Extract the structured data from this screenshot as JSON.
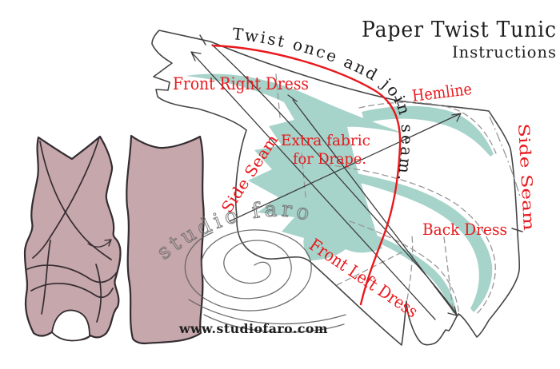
{
  "title": {
    "main": "Paper Twist Tunic",
    "subtitle": "Instructions"
  },
  "pattern_labels": {
    "twist_seam": "Twist once and join seam.",
    "front_right_dress": "Front Right Dress",
    "hemline": "Hemline",
    "side_seam_left": "Side Seam",
    "side_seam_right": "Side Seam",
    "extra_fabric_line1": "Extra fabric",
    "extra_fabric_line2": "for Drape.",
    "back_dress": "Back Dress",
    "front_left_dress": "Front Left Dress"
  },
  "branding": {
    "watermark": "studio faro",
    "website": "www.studiofaro.com"
  },
  "colors": {
    "background": "#ffffff",
    "label_red": "#e8191d",
    "seam_curve_red": "#e8191d",
    "drape_teal": "#a6d3ca",
    "dress_mauve": "#c6a7ab",
    "ink": "#1d1d1d",
    "pattern_outline_gray": "#454545",
    "dash_gray": "#979797",
    "watermark_gray": "#6e6e6e"
  }
}
